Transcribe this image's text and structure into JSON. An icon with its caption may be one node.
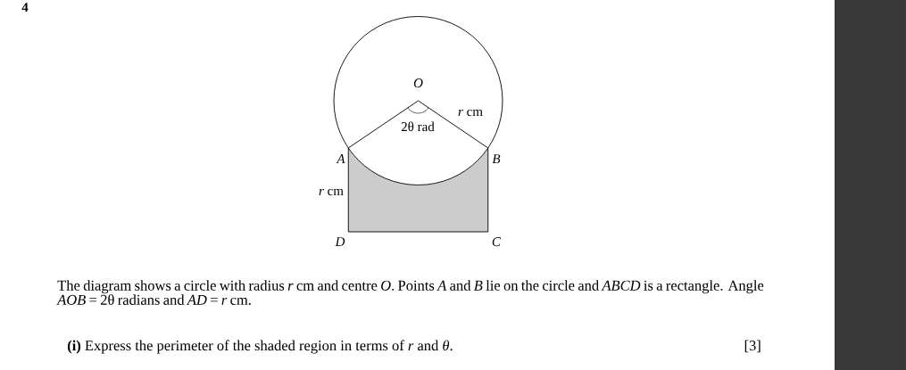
{
  "diagram": {
    "labels": [
      "4",
      "*O*",
      "*r* cm",
      "2θ rad",
      "*A*",
      "*B*",
      "*r* cm",
      "*D*",
      "*C*",
      "The diagram shows a circle with radius *r* cm and centre *O*. Points *A* and *B* lie on the circle and *ABCD* is a rectangle. Angle *AOB* = 2θ radians and *AD* = *r* cm.",
      "**(i)** Express the perimeter of the shaded region in terms of *r* and *θ*.",
      "[3]"
    ]
  }
}
